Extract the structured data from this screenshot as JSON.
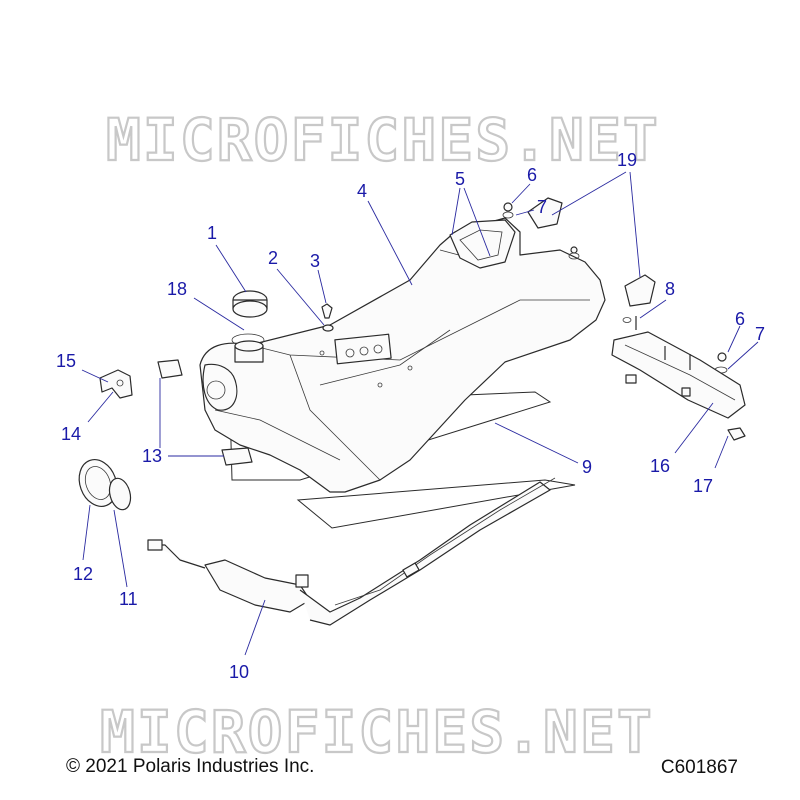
{
  "watermark": {
    "top": "MICROFICHES.NET",
    "bottom": "MICROFICHES.NET"
  },
  "callouts": {
    "c1": "1",
    "c2": "2",
    "c3": "3",
    "c4": "4",
    "c5": "5",
    "c6a": "6",
    "c6b": "6",
    "c7a": "7",
    "c7b": "7",
    "c8": "8",
    "c9": "9",
    "c10": "10",
    "c11": "11",
    "c12": "12",
    "c13": "13",
    "c14": "14",
    "c15": "15",
    "c16": "16",
    "c17": "17",
    "c18": "18",
    "c19": "19"
  },
  "footer": {
    "copyright": "© 2021 Polaris Industries Inc.",
    "figure_code": "C601867"
  },
  "colors": {
    "callout": "#1a1aa8",
    "line": "#2b2b2b",
    "watermark": "#c8c8c8"
  }
}
